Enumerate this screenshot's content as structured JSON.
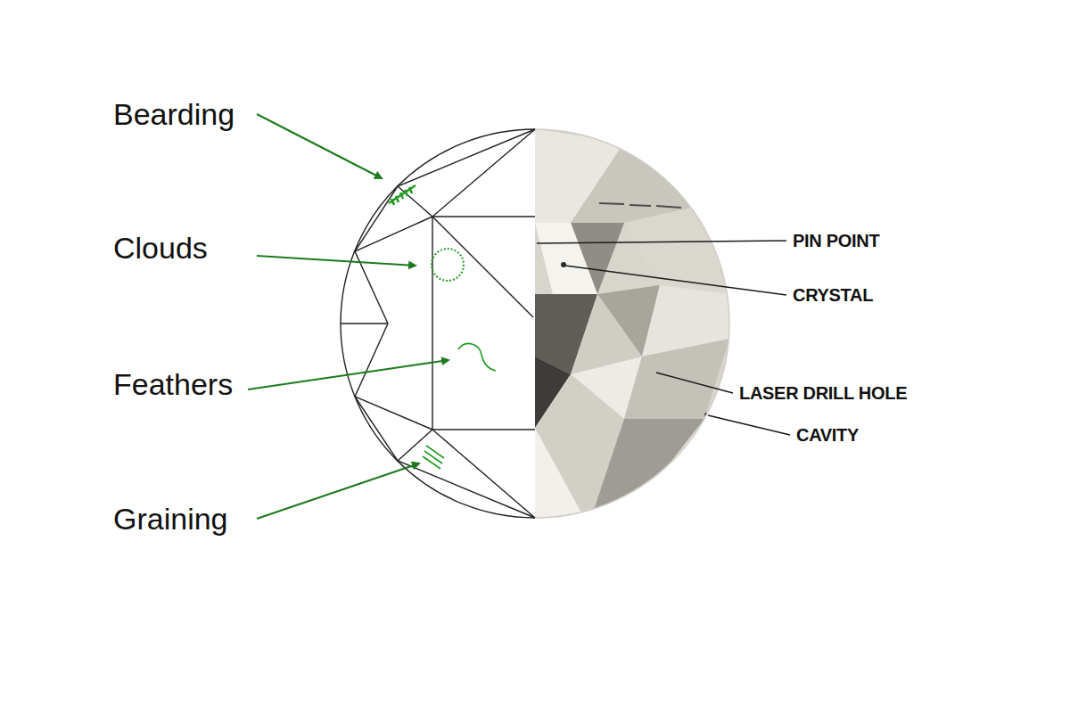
{
  "diagram": {
    "labels": [
      "Bearding",
      "Clouds",
      "Feathers",
      "Graining",
      "PIN POINT",
      "CRYSTAL",
      "LASER DRILL HOLE",
      "CAVITY"
    ]
  }
}
